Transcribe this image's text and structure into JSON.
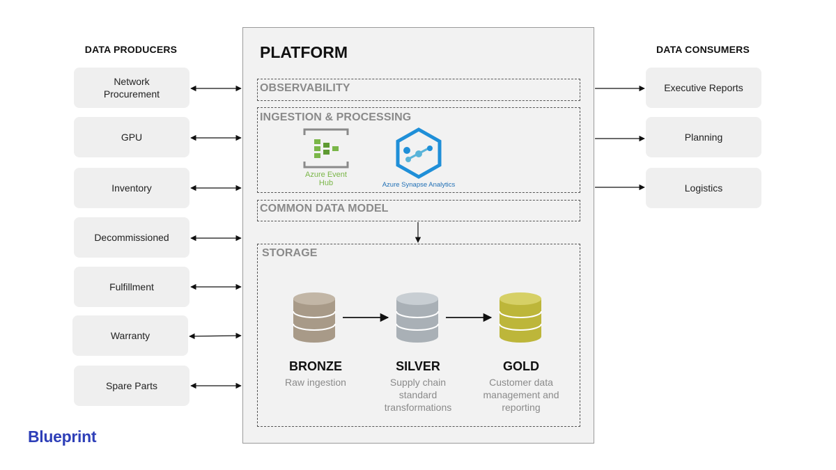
{
  "producers": {
    "title": "DATA PRODUCERS",
    "items": [
      "Network Procurement",
      "GPU",
      "Inventory",
      "Decommissioned",
      "Fulfillment",
      "Warranty",
      "Spare Parts"
    ]
  },
  "consumers": {
    "title": "DATA CONSUMERS",
    "items": [
      "Executive Reports",
      "Planning",
      "Logistics"
    ]
  },
  "platform": {
    "title": "PLATFORM",
    "sections": {
      "observability": "OBSERVABILITY",
      "ingestion": "INGESTION & PROCESSING",
      "cdm": "COMMON DATA MODEL",
      "storage": "STORAGE"
    },
    "services": {
      "event_hub_line1": "Azure Event",
      "event_hub_line2": "Hub",
      "synapse": "Azure Synapse Analytics"
    },
    "tiers": [
      {
        "name": "BRONZE",
        "desc": "Raw ingestion",
        "color": "#b5a898"
      },
      {
        "name": "SILVER",
        "desc": "Supply chain standard transformations",
        "color": "#b9bfc4"
      },
      {
        "name": "GOLD",
        "desc": "Customer data management and reporting",
        "color": "#c8c24a"
      }
    ]
  },
  "colors": {
    "event_hub_green": "#7ab648",
    "synapse_blue": "#1f8fd8",
    "brand_blue": "#2e3fb8"
  },
  "brand": "Blueprint"
}
